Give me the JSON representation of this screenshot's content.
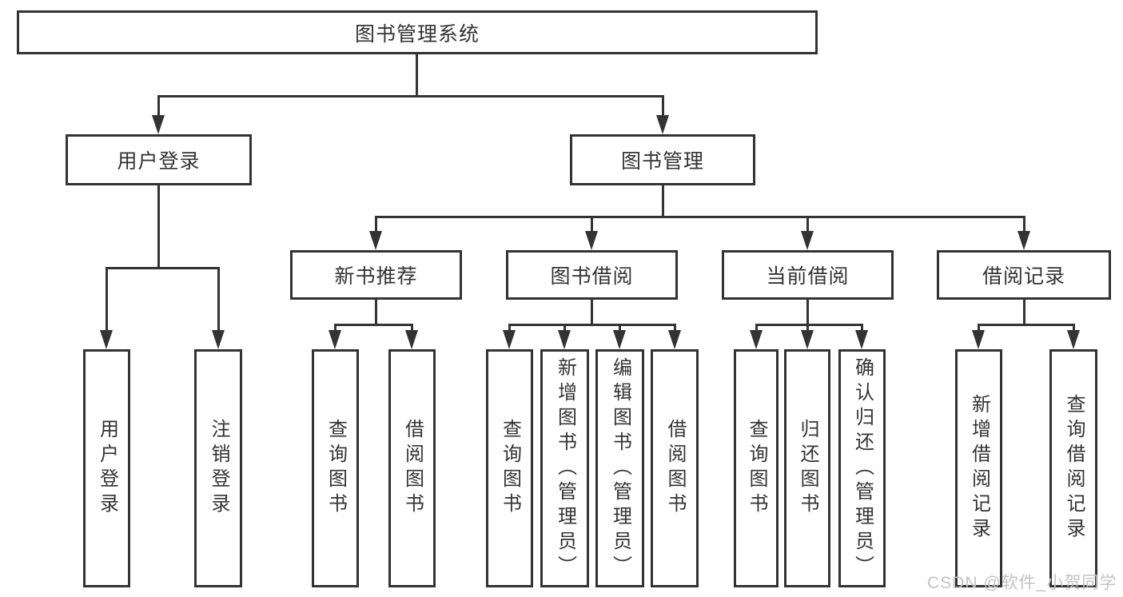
{
  "tree": {
    "root": {
      "label": "图书管理系统",
      "children": [
        {
          "label": "用户登录",
          "children": [
            {
              "label": "用户登录"
            },
            {
              "label": "注销登录"
            }
          ]
        },
        {
          "label": "图书管理",
          "children": [
            {
              "label": "新书推荐",
              "children": [
                {
                  "label": "查询图书"
                },
                {
                  "label": "借阅图书"
                }
              ]
            },
            {
              "label": "图书借阅",
              "children": [
                {
                  "label": "查询图书"
                },
                {
                  "label": "新增图书（管理员）"
                },
                {
                  "label": "编辑图书（管理员）"
                },
                {
                  "label": "借阅图书"
                }
              ]
            },
            {
              "label": "当前借阅",
              "children": [
                {
                  "label": "查询图书"
                },
                {
                  "label": "归还图书"
                },
                {
                  "label": "确认归还（管理员）"
                }
              ]
            },
            {
              "label": "借阅记录",
              "children": [
                {
                  "label": "新增借阅记录"
                },
                {
                  "label": "查询借阅记录"
                }
              ]
            }
          ]
        }
      ]
    }
  },
  "watermark": {
    "text": "CSDN @软件_小贺同学"
  },
  "colors": {
    "line": "#333333",
    "text": "#333333",
    "box_background": "#ffffff",
    "watermark": "#c3c3c3",
    "background": "#ffffff"
  }
}
